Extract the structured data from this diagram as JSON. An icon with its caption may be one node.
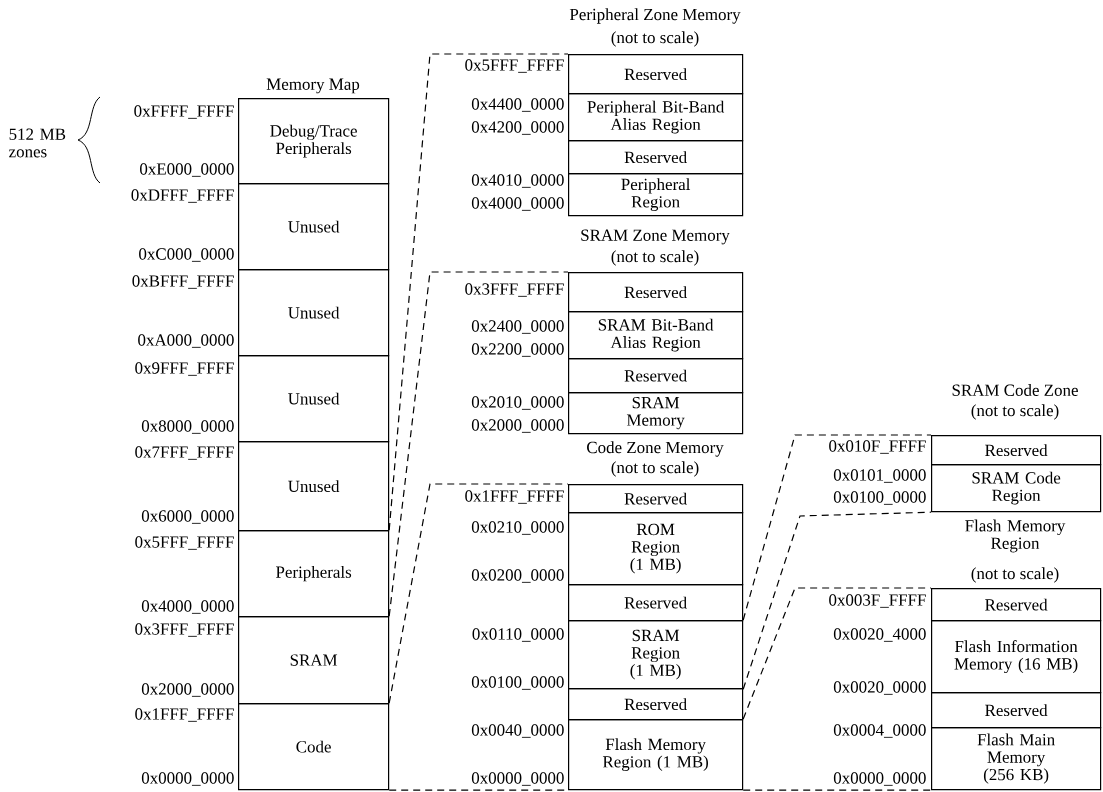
{
  "diagram": {
    "nodes": [
      {
        "text": [
          "Debug/Trace Peripherals"
        ]
      },
      {
        "text": [
          "Unused"
        ]
      },
      {
        "text": [
          "Unused"
        ]
      },
      {
        "text": [
          "Unused"
        ]
      },
      {
        "text": [
          "Unused"
        ]
      },
      {
        "text": [
          "Peripherals"
        ]
      },
      {
        "text": [
          "SRAM"
        ]
      },
      {
        "text": [
          "Code"
        ]
      },
      {
        "text": [
          "Reserved"
        ]
      },
      {
        "text": [
          "Peripheral Bit-Band Alias Region"
        ]
      },
      {
        "text": [
          "Reserved"
        ]
      },
      {
        "text": [
          "Peripheral Region"
        ]
      },
      {
        "text": [
          "Reserved"
        ]
      },
      {
        "text": [
          "SRAM Bit-Band Alias Region"
        ]
      },
      {
        "text": [
          "Reserved"
        ]
      },
      {
        "text": [
          "SRAM Memory"
        ]
      },
      {
        "text": [
          "Reserved"
        ]
      },
      {
        "text": [
          "ROM Region (1 MB)"
        ]
      },
      {
        "text": [
          "Reserved"
        ]
      },
      {
        "text": [
          "SRAM Region (1 MB)"
        ]
      },
      {
        "text": [
          "Reserved"
        ]
      },
      {
        "text": [
          "Flash Memory Region (1 MB)"
        ]
      },
      {
        "text": [
          "Reserved"
        ]
      },
      {
        "text": [
          "SRAM Code Region"
        ]
      },
      {
        "text": [
          "Reserved"
        ]
      },
      {
        "text": [
          "Flash Information Memory (16 MB)"
        ]
      },
      {
        "text": [
          "Reserved"
        ]
      },
      {
        "text": [
          "Flash Main Memory (256 KB)"
        ]
      }
    ],
    "edges": [
      {
        "from": 5,
        "to": 8,
        "arrow": "none",
        "style": "dashed"
      },
      {
        "from": 6,
        "to": 12,
        "arrow": "none",
        "style": "dashed"
      },
      {
        "from": 7,
        "to": 16,
        "arrow": "none",
        "style": "dashed"
      },
      {
        "from": 7,
        "to": 21,
        "arrow": "none",
        "style": "dashed"
      },
      {
        "from": 19,
        "to": 22,
        "arrow": "none",
        "style": "dashed"
      },
      {
        "from": 19,
        "to": 23,
        "arrow": "none",
        "style": "dashed"
      },
      {
        "from": 21,
        "to": 24,
        "arrow": "none",
        "style": "dashed"
      },
      {
        "from": 21,
        "to": 27,
        "arrow": "none",
        "style": "dashed"
      }
    ],
    "labels": [
      "512 MB zones",
      "Memory Map",
      "0xFFFF_FFFF",
      "0xE000_0000",
      "0xDFFF_FFFF",
      "0xC000_0000",
      "0xBFFF_FFFF",
      "0xA000_0000",
      "0x9FFF_FFFF",
      "0x8000_0000",
      "0x7FFF_FFFF",
      "0x6000_0000",
      "0x5FFF_FFFF",
      "0x4000_0000",
      "0x3FFF_FFFF",
      "0x2000_0000",
      "0x1FFF_FFFF",
      "0x0000_0000",
      "Peripheral Zone Memory",
      "(not to scale)",
      "0x5FFF_FFFF",
      "0x4400_0000",
      "0x4200_0000",
      "0x4010_0000",
      "0x4000_0000",
      "SRAM Zone Memory",
      "(not to scale)",
      "0x3FFF_FFFF",
      "0x2400_0000",
      "0x2200_0000",
      "0x2010_0000",
      "0x2000_0000",
      "Code Zone Memory",
      "(not to scale)",
      "0x1FFF_FFFF",
      "0x0210_0000",
      "0x0200_0000",
      "0x0110_0000",
      "0x0100_0000",
      "0x0040_0000",
      "0x0000_0000",
      "SRAM Code Zone",
      "(not to scale)",
      "0x010F_FFFF",
      "0x0101_0000",
      "0x0100_0000",
      "Flash Memory Region",
      "(not to scale)",
      "0x003F_FFFF",
      "0x0020_4000",
      "0x0020_0000",
      "0x0004_0000",
      "0x0000_0000"
    ]
  }
}
